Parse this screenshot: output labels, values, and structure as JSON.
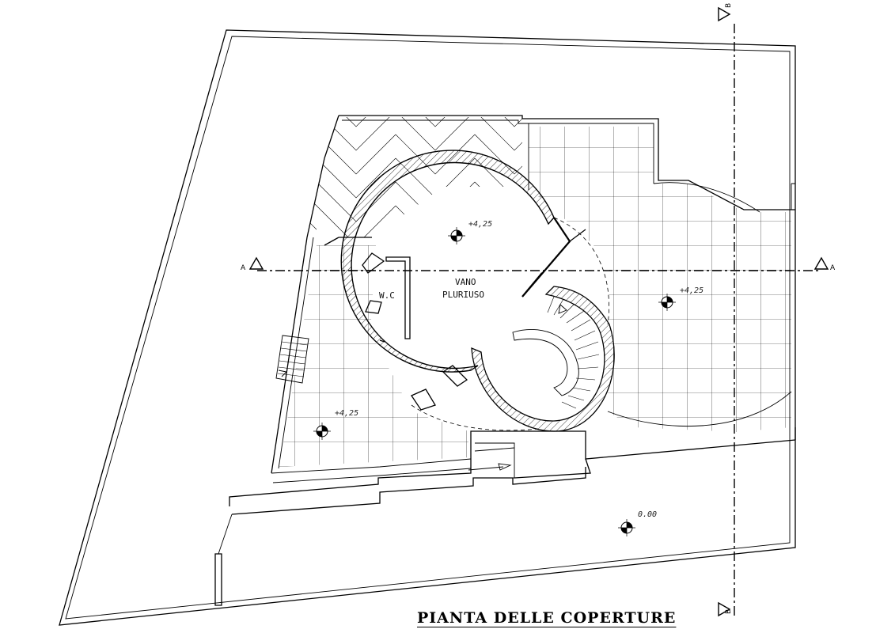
{
  "drawing": {
    "title": "PIANTA DELLE COPERTURE",
    "room_labels": {
      "vano_line1": "VANO",
      "vano_line2": "PLURIUSO",
      "wc": "W.C"
    },
    "levels": {
      "center_room": "+4,25",
      "right_terrace": "+4,25",
      "left_terrace": "+4,25",
      "ground": "0.00"
    },
    "sections": {
      "a_left": "A",
      "a_right": "A",
      "b_top": "B",
      "b_bottom": "B"
    }
  }
}
